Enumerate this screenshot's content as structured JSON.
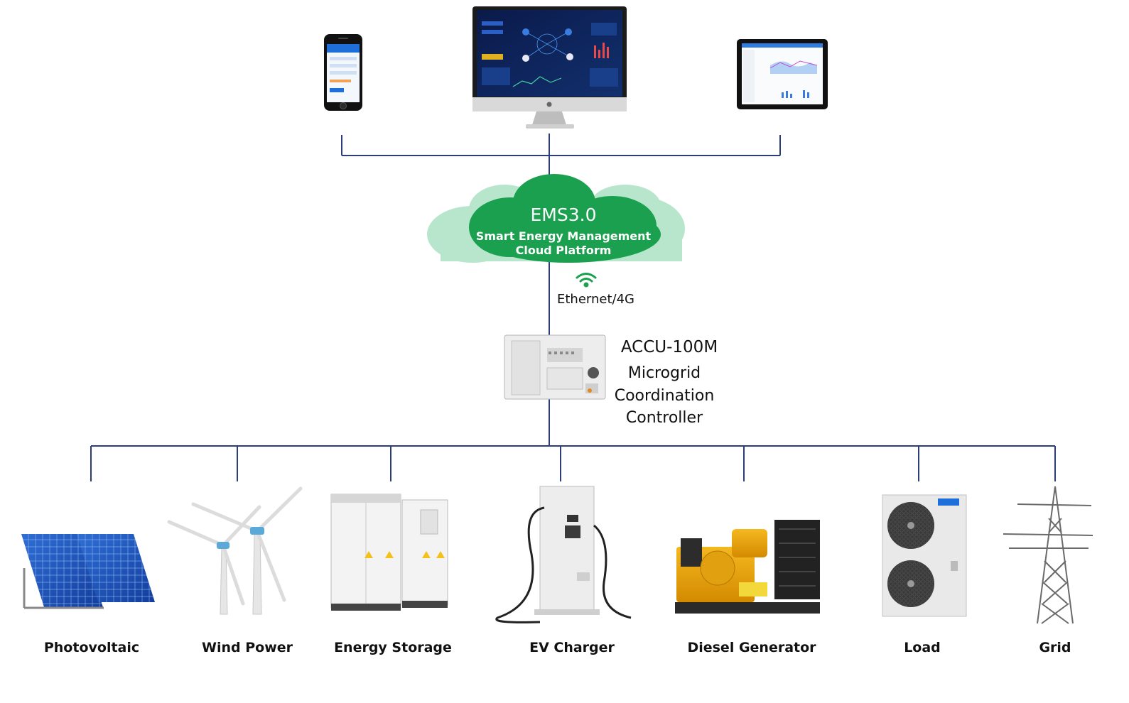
{
  "cloud": {
    "title": "EMS3.0",
    "subtitle_line1": "Smart Energy Management",
    "subtitle_line2": "Cloud Platform"
  },
  "connection": {
    "label": "Ethernet/4G",
    "icon": "wifi-icon"
  },
  "controller": {
    "model": "ACCU-100M",
    "desc_line1": "Microgrid",
    "desc_line2": "Coordination",
    "desc_line3": "Controller"
  },
  "clients": [
    {
      "name": "smartphone",
      "icon": "smartphone-icon"
    },
    {
      "name": "desktop-monitor",
      "icon": "monitor-icon"
    },
    {
      "name": "tablet",
      "icon": "tablet-icon"
    }
  ],
  "devices": [
    {
      "label": "Photovoltaic",
      "icon": "solar-panel-icon"
    },
    {
      "label": "Wind Power",
      "icon": "wind-turbine-icon"
    },
    {
      "label": "Energy Storage",
      "icon": "battery-cabinet-icon"
    },
    {
      "label": "EV Charger",
      "icon": "ev-charger-icon"
    },
    {
      "label": "Diesel Generator",
      "icon": "generator-icon"
    },
    {
      "label": "Load",
      "icon": "hvac-unit-icon"
    },
    {
      "label": "Grid",
      "icon": "transmission-tower-icon"
    }
  ],
  "colors": {
    "line": "#2c3e7a",
    "cloud_dark": "#1aa04e",
    "cloud_light": "#b8e6cc",
    "wifi": "#1aa04e"
  }
}
